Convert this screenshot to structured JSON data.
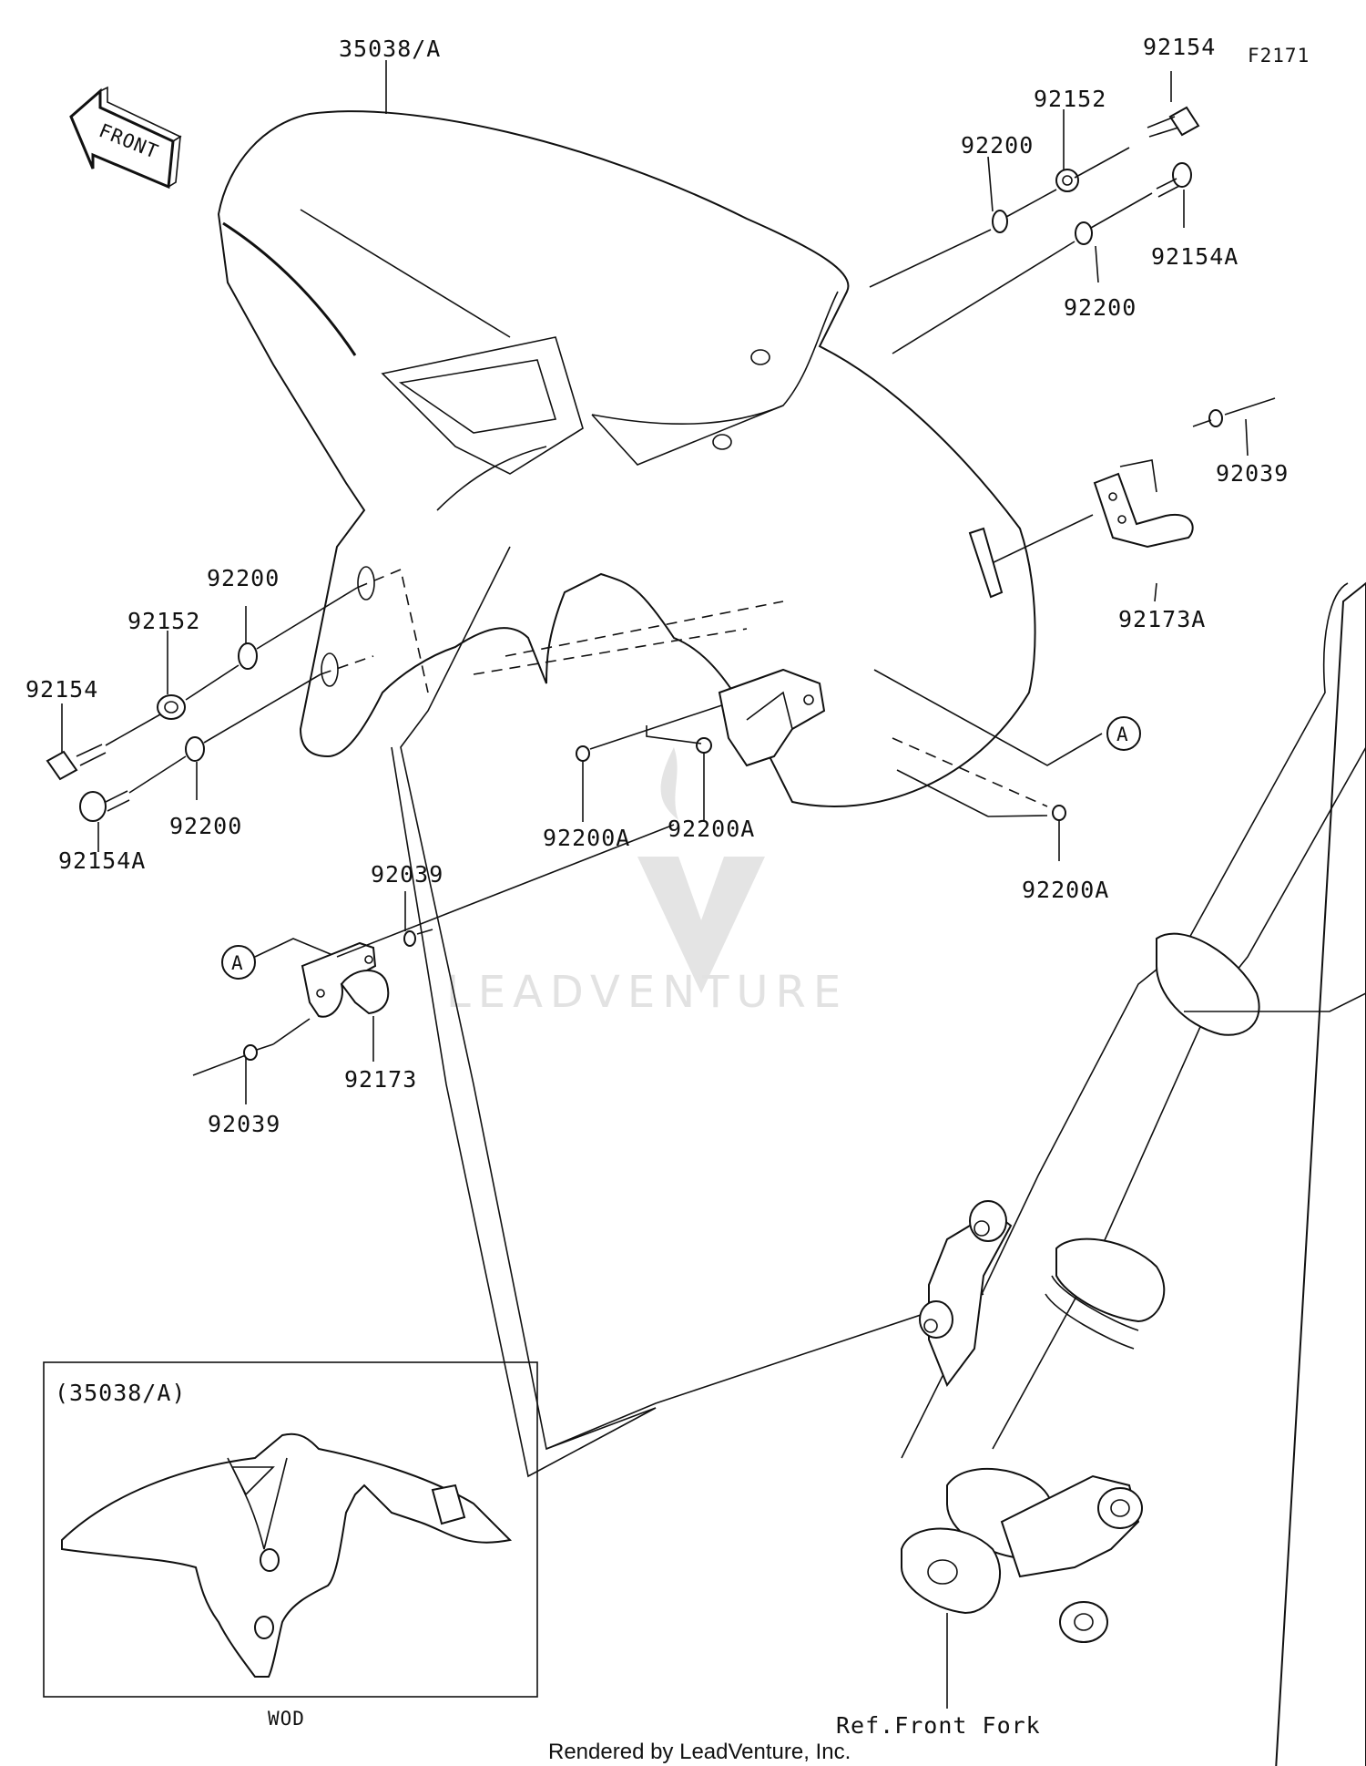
{
  "figure_code": "F2171",
  "labels": {
    "fender_main": "35038/A",
    "bolt_r": "92154",
    "collar_r": "92152",
    "washer_r_upper": "92200",
    "bolt_r_a": "92154A",
    "washer_r_lower": "92200",
    "rivet_r": "92039",
    "clamp_r": "92173A",
    "ref_a_right": "A",
    "washer_l_upper": "92200",
    "collar_l": "92152",
    "bolt_l": "92154",
    "washer_l_lower": "92200",
    "bolt_l_a": "92154A",
    "washer_a_1": "92200A",
    "washer_a_2": "92200A",
    "washer_a_3": "92200A",
    "rivet_l_upper": "92039",
    "ref_a_left": "A",
    "clamp_l": "92173",
    "rivet_l_lower": "92039",
    "inset_title": "(35038/A)",
    "inset_caption": "WOD",
    "fork_ref": "Ref.Front Fork"
  },
  "front_arrow": "FRONT",
  "watermark": "LEADVENTURE",
  "footer": "Rendered by LeadVenture, Inc."
}
